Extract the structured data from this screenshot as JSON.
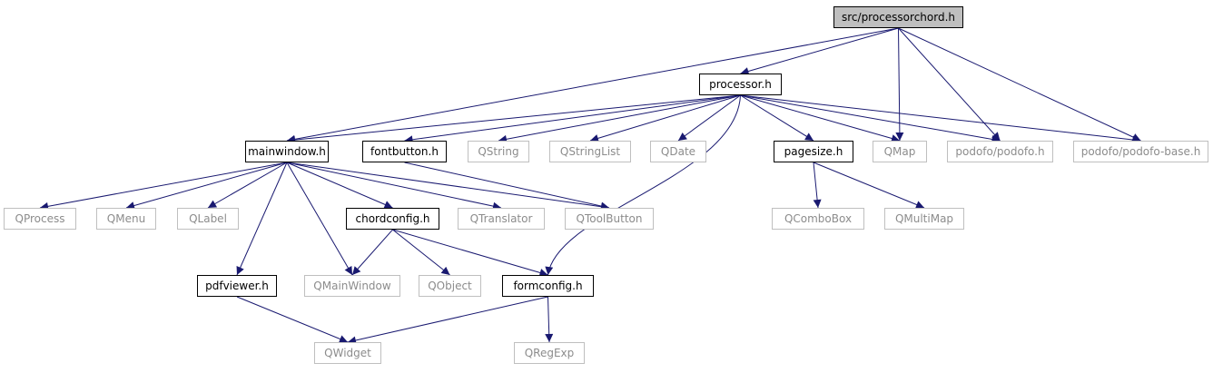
{
  "graph": {
    "nodes": {
      "processorchord_h": {
        "label": "src/processorchord.h",
        "kind": "root"
      },
      "processor_h": {
        "label": "processor.h",
        "kind": "internal"
      },
      "mainwindow_h": {
        "label": "mainwindow.h",
        "kind": "internal"
      },
      "fontbutton_h": {
        "label": "fontbutton.h",
        "kind": "internal"
      },
      "qstring": {
        "label": "QString",
        "kind": "external"
      },
      "qstringlist": {
        "label": "QStringList",
        "kind": "external"
      },
      "qdate": {
        "label": "QDate",
        "kind": "external"
      },
      "pagesize_h": {
        "label": "pagesize.h",
        "kind": "internal"
      },
      "qmap": {
        "label": "QMap",
        "kind": "external"
      },
      "podofo_h": {
        "label": "podofo/podofo.h",
        "kind": "external"
      },
      "podofo_base_h": {
        "label": "podofo/podofo-base.h",
        "kind": "external"
      },
      "qprocess": {
        "label": "QProcess",
        "kind": "external"
      },
      "qmenu": {
        "label": "QMenu",
        "kind": "external"
      },
      "qlabel": {
        "label": "QLabel",
        "kind": "external"
      },
      "chordconfig_h": {
        "label": "chordconfig.h",
        "kind": "internal"
      },
      "qtranslator": {
        "label": "QTranslator",
        "kind": "external"
      },
      "qtoolbutton": {
        "label": "QToolButton",
        "kind": "external"
      },
      "qcombobox": {
        "label": "QComboBox",
        "kind": "external"
      },
      "qmultimap": {
        "label": "QMultiMap",
        "kind": "external"
      },
      "pdfviewer_h": {
        "label": "pdfviewer.h",
        "kind": "internal"
      },
      "qmainwindow": {
        "label": "QMainWindow",
        "kind": "external"
      },
      "qobject": {
        "label": "QObject",
        "kind": "external"
      },
      "formconfig_h": {
        "label": "formconfig.h",
        "kind": "internal"
      },
      "qwidget": {
        "label": "QWidget",
        "kind": "external"
      },
      "qregexp": {
        "label": "QRegExp",
        "kind": "external"
      }
    },
    "edges": [
      [
        "processorchord_h",
        "processor_h"
      ],
      [
        "processorchord_h",
        "mainwindow_h"
      ],
      [
        "processorchord_h",
        "qmap"
      ],
      [
        "processorchord_h",
        "podofo_h"
      ],
      [
        "processorchord_h",
        "podofo_base_h"
      ],
      [
        "processor_h",
        "mainwindow_h"
      ],
      [
        "processor_h",
        "fontbutton_h"
      ],
      [
        "processor_h",
        "qstring"
      ],
      [
        "processor_h",
        "qstringlist"
      ],
      [
        "processor_h",
        "qdate"
      ],
      [
        "processor_h",
        "pagesize_h"
      ],
      [
        "processor_h",
        "qmap"
      ],
      [
        "processor_h",
        "podofo_h"
      ],
      [
        "processor_h",
        "podofo_base_h"
      ],
      [
        "processor_h",
        "formconfig_h"
      ],
      [
        "mainwindow_h",
        "qprocess"
      ],
      [
        "mainwindow_h",
        "qmenu"
      ],
      [
        "mainwindow_h",
        "qlabel"
      ],
      [
        "mainwindow_h",
        "pdfviewer_h"
      ],
      [
        "mainwindow_h",
        "qmainwindow"
      ],
      [
        "mainwindow_h",
        "chordconfig_h"
      ],
      [
        "mainwindow_h",
        "qtranslator"
      ],
      [
        "mainwindow_h",
        "qtoolbutton"
      ],
      [
        "fontbutton_h",
        "qtoolbutton"
      ],
      [
        "pagesize_h",
        "qcombobox"
      ],
      [
        "pagesize_h",
        "qmultimap"
      ],
      [
        "chordconfig_h",
        "qmainwindow"
      ],
      [
        "chordconfig_h",
        "qobject"
      ],
      [
        "chordconfig_h",
        "formconfig_h"
      ],
      [
        "pdfviewer_h",
        "qwidget"
      ],
      [
        "formconfig_h",
        "qwidget"
      ],
      [
        "formconfig_h",
        "qregexp"
      ]
    ],
    "colors": {
      "edge": "#191970",
      "internal_border": "#000000",
      "external_border": "#bfbfbf",
      "external_text": "#8c8c8c",
      "root_fill": "#bfbfbf"
    }
  }
}
